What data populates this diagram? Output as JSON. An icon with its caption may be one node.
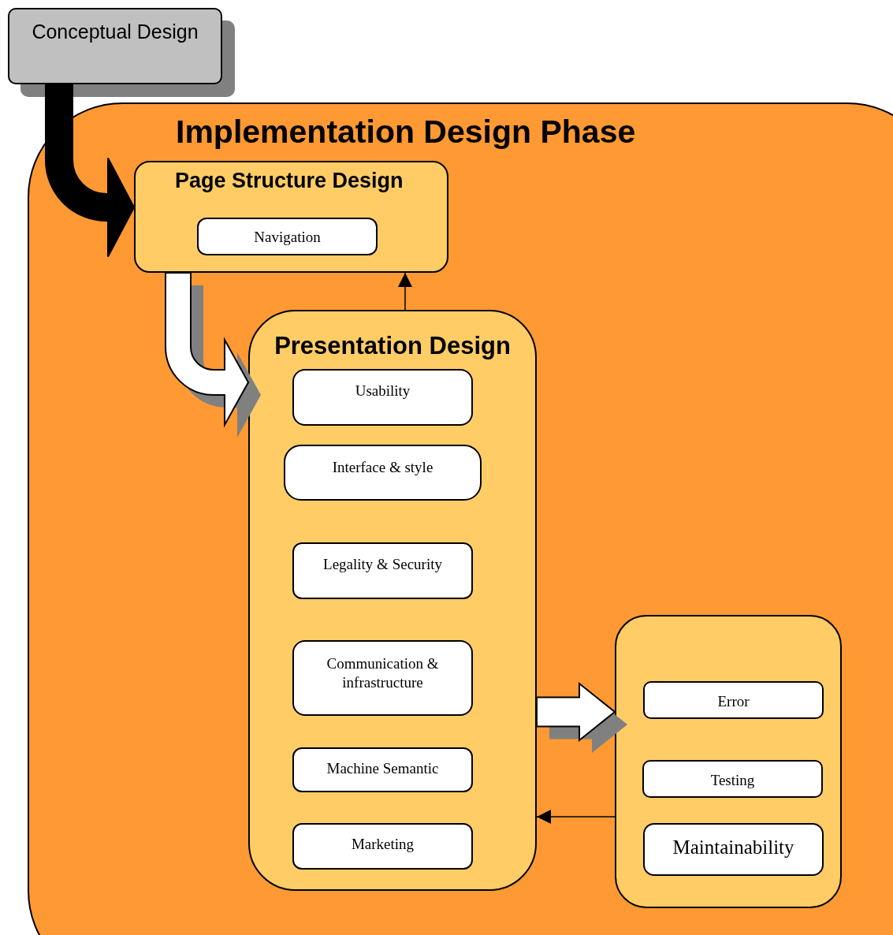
{
  "diagram": {
    "nodes": [
      {
        "text": [
          "Conceptual Design"
        ]
      },
      {
        "text": [
          "Implementation Design Phase"
        ]
      },
      {
        "text": [
          "Page Structure Design"
        ],
        "in": 1
      },
      {
        "text": [
          "Navigation"
        ],
        "in": 2
      },
      {
        "text": [
          "Presentation Design"
        ],
        "in": 1
      },
      {
        "text": [
          "Usability"
        ],
        "in": 4
      },
      {
        "text": [
          "Interface & style"
        ],
        "in": 4
      },
      {
        "text": [
          "Legality & Security"
        ],
        "in": 4
      },
      {
        "text": [
          "Communication & infrastructure"
        ],
        "in": 4
      },
      {
        "text": [
          "Machine Semantic"
        ],
        "in": 4
      },
      {
        "text": [
          "Marketing"
        ],
        "in": 4
      },
      {
        "text": [],
        "shape": "box",
        "in": 1
      },
      {
        "text": [
          "Error"
        ],
        "in": 11
      },
      {
        "text": [
          "Testing"
        ],
        "in": 11
      },
      {
        "text": [
          "Maintainability"
        ],
        "in": 11
      }
    ],
    "edges": [
      {
        "from": 0,
        "to": 2,
        "arrow": "to",
        "style": "thick"
      },
      {
        "from": 2,
        "to": 4,
        "arrow": "to",
        "style": "thick",
        "color": "#ffffff"
      },
      {
        "from": 4,
        "to": 2,
        "arrow": "to"
      },
      {
        "from": 4,
        "to": 11,
        "arrow": "to",
        "style": "thick",
        "color": "#ffffff"
      },
      {
        "from": 11,
        "to": 4,
        "arrow": "to"
      }
    ]
  }
}
